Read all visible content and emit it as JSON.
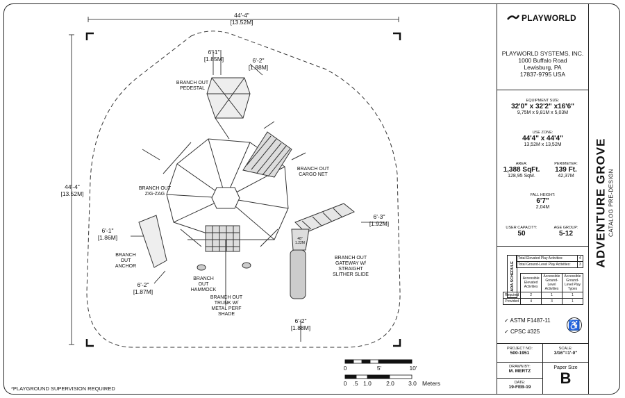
{
  "dims": {
    "top_width": "44'-4\"",
    "top_width_m": "[13.52M]",
    "left_height": "44'-4\"",
    "left_height_m": "[13.52M]",
    "d1": "6'-1\"",
    "d1_m": "[1.85M]",
    "d2": "6'-2\"",
    "d2_m": "[1.88M]",
    "d3": "6'-3\"",
    "d3_m": "[1.92M]",
    "d4": "6'-1\"",
    "d4_m": "[1.86M]",
    "d5": "6'-2\"",
    "d5_m": "[1.87M]",
    "d6": "6'-2\"",
    "d6_m": "[1.88M]",
    "slide_h": "48\"",
    "slide_h_m": "1.22M"
  },
  "labels": {
    "pedestal": "BRANCH OUT PEDESTAL",
    "cargo": "BRANCH OUT CARGO NET",
    "zigzag": "BRANCH OUT ZIG-ZAG",
    "anchor": "BRANCH OUT ANCHOR",
    "hammock": "BRANCH OUT HAMMOCK",
    "trunk": "BRANCH OUT TRUNK W/ METAL PERF SHADE",
    "gateway": "BRANCH OUT GATEWAY W/ STRAIGHT SLITHER SLIDE"
  },
  "footer_note": "*PLAYGROUND SUPERVISION REQUIRED",
  "scale_bar": {
    "ft_ticks": [
      "0",
      "5'",
      "10'"
    ],
    "m_ticks": [
      "0",
      ".5",
      "1.0",
      "2.0",
      "3.0"
    ],
    "m_unit": "Meters"
  },
  "panel": {
    "logo": "PLAYWORLD",
    "company": "PLAYWORLD SYSTEMS, INC.",
    "address1": "1000 Buffalo Road",
    "address2": "Lewisburg, PA",
    "address3": "17837-9795  USA",
    "equip_label": "EQUIPMENT SIZE:",
    "equip_ft": "32'0\" x 32'2\" x16'6\"",
    "equip_m": "9,75M x 9,81M x 5,03M",
    "use_label": "USE ZONE:",
    "use_ft": "44'4\" x 44'4\"",
    "use_m": "13,52M x 13,52M",
    "area_label": "AREA:",
    "area_ft": "1,388 SqFt.",
    "area_m": "128,95 SqM.",
    "perim_label": "PERIMETER:",
    "perim_ft": "139 Ft.",
    "perim_m": "42,37M",
    "fall_label": "FALL HEIGHT:",
    "fall_ft": "6'7\"",
    "fall_m": "2,04M",
    "cap_label": "USER CAPACITY:",
    "cap_val": "50",
    "age_label": "AGE GROUP:",
    "age_val": "5-12",
    "ada_title": "ADA SCHEDULE",
    "ada_elev": "Total Elevated Play Activities:",
    "ada_elev_val": "4",
    "ada_ground": "Total Ground-Level Play Activities:",
    "ada_ground_val": "3",
    "ada_cols": [
      "Accessible Elevated Activities",
      "Accessible Ground-Level Activities",
      "Accessible Ground-Level Play Types"
    ],
    "ada_rows": [
      {
        "name": "Required",
        "vals": [
          "2",
          "1",
          "1"
        ]
      },
      {
        "name": "Provided",
        "vals": [
          "4",
          "3",
          "1"
        ]
      }
    ],
    "astm": "ASTM F1487-11",
    "cpsc": "CPSC #325",
    "project_label": "PROJECT NO:",
    "project_val": "500-1951",
    "scale_label": "SCALE:",
    "scale_val": "3/16\"=1'-0\"",
    "drawn_label": "DRAWN BY:",
    "drawn_val": "M. MERTZ",
    "paper_label": "Paper Size",
    "paper_val": "B",
    "date_label": "DATE:",
    "date_val": "19-FEB-19"
  },
  "title": "ADVENTURE GROVE",
  "subtitle": "CATALOG PRE-DESIGN"
}
